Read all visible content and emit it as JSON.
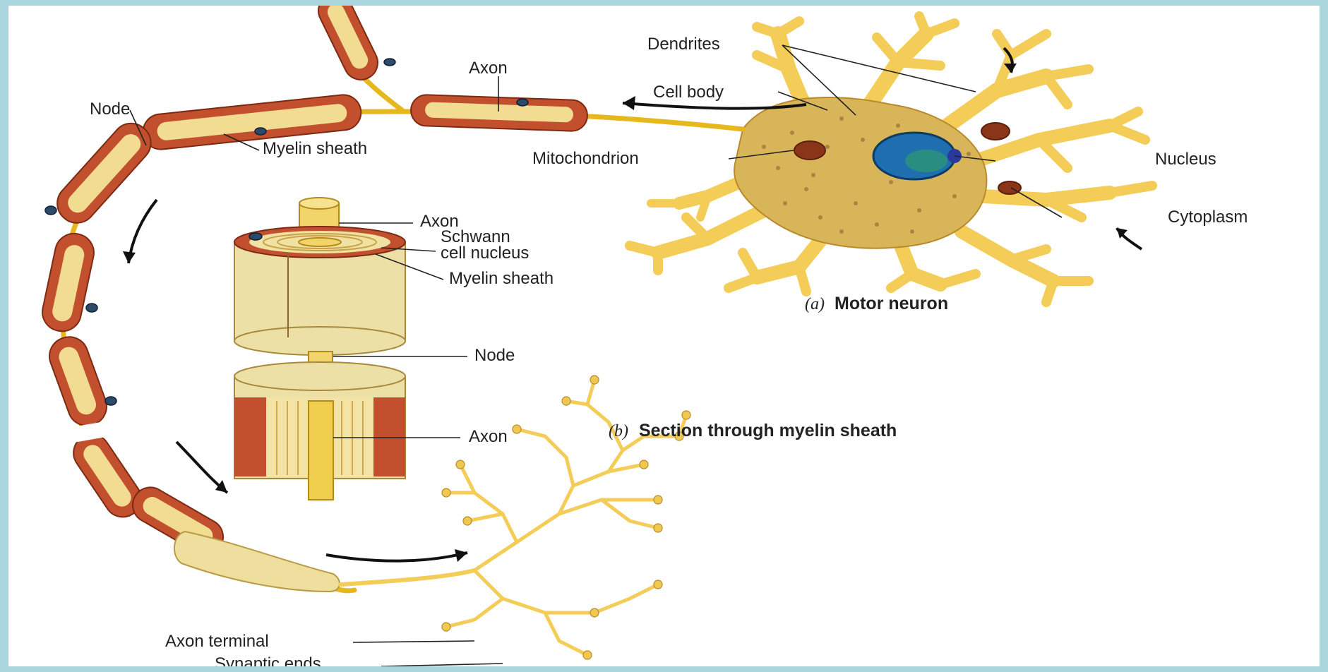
{
  "labels": {
    "dendrites": "Dendrites",
    "axon_top": "Axon",
    "cell_body": "Cell body",
    "node_top": "Node",
    "myelin_sheath_top": "Myelin sheath",
    "mitochondrion": "Mitochondrion",
    "nucleus": "Nucleus",
    "cytoplasm": "Cytoplasm",
    "axon_section": "Axon",
    "schwann_line1": "Schwann",
    "schwann_line2": "cell nucleus",
    "myelin_sheath_section": "Myelin sheath",
    "node_section": "Node",
    "axon_section_lower": "Axon",
    "axon_terminal": "Axon terminal",
    "synaptic_ends": "Synaptic ends"
  },
  "captions": {
    "a_letter": "(a)",
    "a_text": "Motor neuron",
    "b_letter": "(b)",
    "b_text": "Section through myelin sheath"
  },
  "colors": {
    "background_border": "#a9d6dd",
    "myelin": "#c2502e",
    "axon": "#e7b81e",
    "cytoplasm": "#d9b55a",
    "nucleus": "#1f6fb0"
  }
}
